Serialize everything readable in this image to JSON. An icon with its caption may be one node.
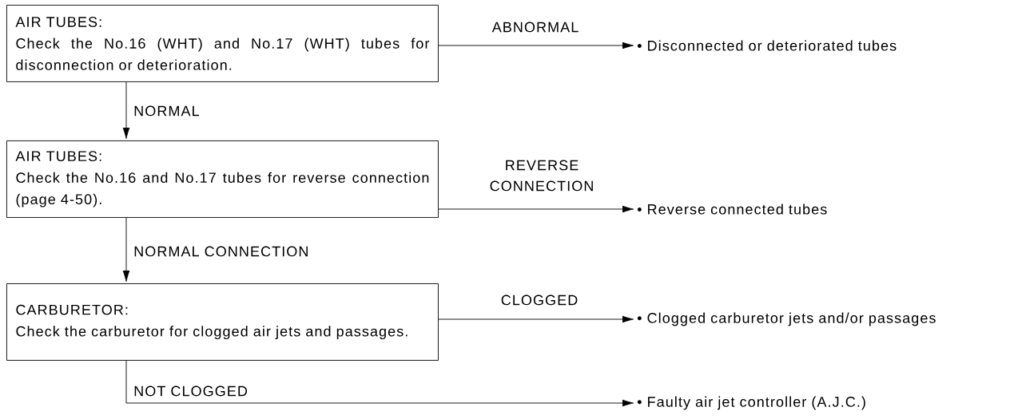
{
  "diagram": {
    "nodes": [
      {
        "text": [
          "AIR TUBES:",
          "Check the No.16 (WHT) and No.17 (WHT) tubes for disconnection or deterioration."
        ]
      },
      {
        "text": [
          "• Disconnected or deteriorated tubes"
        ]
      },
      {
        "text": [
          "AIR TUBES:",
          "Check the No.16 and No.17 tubes for reverse connection (page 4-50)."
        ]
      },
      {
        "text": [
          "• Reverse connected tubes"
        ]
      },
      {
        "text": [
          "CARBURETOR:",
          "Check the carburetor for clogged air jets and passages."
        ]
      },
      {
        "text": [
          "• Clogged carburetor jets and/or passages"
        ]
      },
      {
        "text": [
          "• Faulty air jet controller (A.J.C.)"
        ]
      }
    ],
    "edges": [
      {
        "from": 0,
        "to": 1,
        "arrow": "to",
        "label": "ABNORMAL"
      },
      {
        "from": 0,
        "to": 2,
        "arrow": "to",
        "label": "NORMAL"
      },
      {
        "from": 2,
        "to": 3,
        "arrow": "to",
        "label": "REVERSE CONNECTION"
      },
      {
        "from": 2,
        "to": 4,
        "arrow": "to",
        "label": "NORMAL CONNECTION"
      },
      {
        "from": 4,
        "to": 5,
        "arrow": "to",
        "label": "CLOGGED"
      },
      {
        "from": 4,
        "to": 6,
        "arrow": "to",
        "label": "NOT CLOGGED"
      }
    ]
  }
}
